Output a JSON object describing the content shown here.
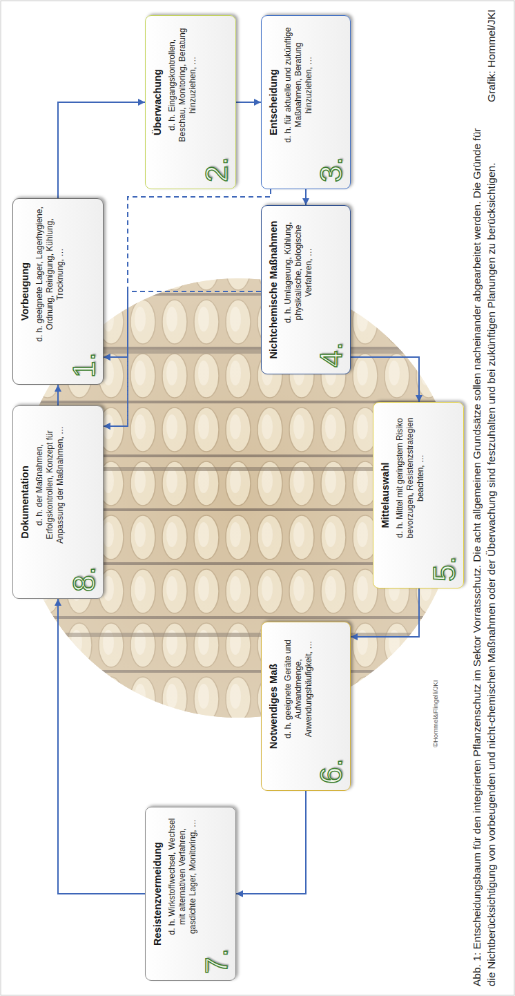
{
  "diagram": {
    "caption": "Abb. 1: Entscheidungsbaum für den integrierten Pflanzenschutz im Sektor Vorratsschutz. Die acht allgemeinen Grundsätze sollen nacheinander abgearbeitet werden. Die Gründe für die Nichtberücksichtigung von vorbeugenden und nicht-chemischen Maßnahmen oder der Überwachung sind festzuhalten und bei zukünftigen Planungen zu berücksichtigen.",
    "nodes": [
      {
        "text": [
          "Vorbeugung",
          "d. h. geeignete Lager, Lagerhygiene, Ordnung, Reinigung, Kühlung, Trocknung, …",
          "1."
        ]
      },
      {
        "text": [
          "Überwachung",
          "d. h. Eingangskontrollen, Beschau, Monitoring, Beratung hinzuziehen, …",
          "2."
        ]
      },
      {
        "text": [
          "Entscheidung",
          "d. h. für aktuelle und zukünftige Maßnahmen, Beratung hinzuziehen, …",
          "3."
        ]
      },
      {
        "text": [
          "Nichtchemische Maßnahmen",
          "d. h. Umlagerung, Kühlung, physikalische, biologische Verfahren, …",
          "4."
        ]
      },
      {
        "text": [
          "Mittelauswahl",
          "d. h. Mittel mit geringstem Risiko bevorzugen, Resistenzstrategien beachten, …",
          "5."
        ]
      },
      {
        "text": [
          "Notwendiges Maß",
          "d. h. geeignete Geräte und Aufwandmenge, Anwendungshäufigkeit, …",
          "6."
        ]
      },
      {
        "text": [
          "Resistenzvermeidung",
          "d. h. Wirkstoffwechsel, Wechsel mit alternativen Verfahren, gasdichte Lager, Monitoring, …",
          "7."
        ]
      },
      {
        "text": [
          "Dokumentation",
          "d. h. der Maßnahmen, Erfolgskontrollen, Konzept für Anpassung der Maßnahmen, …",
          "8."
        ]
      }
    ],
    "edges": [
      {
        "from": 0,
        "to": 1,
        "arrow": "to"
      },
      {
        "from": 1,
        "to": 2,
        "arrow": "to"
      },
      {
        "from": 2,
        "to": 3,
        "arrow": "to"
      },
      {
        "from": 3,
        "to": 4,
        "arrow": "to"
      },
      {
        "from": 4,
        "to": 5,
        "arrow": "to"
      },
      {
        "from": 5,
        "to": 6,
        "arrow": "to"
      },
      {
        "from": 6,
        "to": 7,
        "arrow": "to"
      },
      {
        "from": 7,
        "to": 0,
        "arrow": "to"
      },
      {
        "from": 2,
        "to": 0,
        "arrow": "to"
      },
      {
        "from": 2,
        "to": 7,
        "arrow": "to"
      },
      {
        "from": 3,
        "to": 0,
        "arrow": "to"
      },
      {
        "from": 3,
        "to": 7,
        "arrow": "to"
      }
    ],
    "labels": [
      "©Hommel&Flingelli/JKI",
      "Grafik: Hommel/JKI"
    ]
  }
}
